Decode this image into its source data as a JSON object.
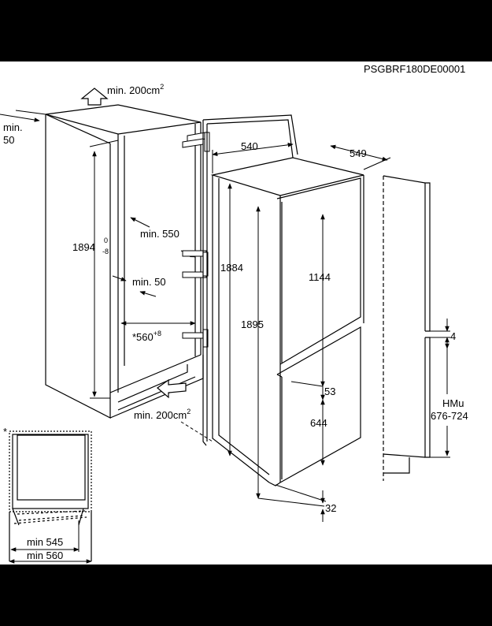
{
  "diagram": {
    "code": "PSGBRF180DE00001",
    "labels": {
      "vent_top": "min. 200cm",
      "vent_top_sup": "2",
      "vent_bottom": "min. 200cm",
      "vent_bottom_sup": "2",
      "min_50_side_1": "min.",
      "min_50_side_2": "50",
      "niche_height": "1894",
      "niche_height_tol_up": "0",
      "niche_height_tol_down": "-8",
      "niche_depth": "min. 550",
      "rear_gap": "min. 50",
      "niche_width": "*560",
      "niche_width_tol": "+8",
      "door_width": "540",
      "appliance_depth": "549",
      "body_height": "1884",
      "total_height": "1895",
      "freezer_door": "1144",
      "gap_53": "53",
      "fridge_door": "644",
      "gap_32": "32",
      "gap_4": "4",
      "hmu_title": "HMu",
      "hmu_range": "676-724",
      "min_545": "min 545",
      "min_560": "min 560",
      "asterisk": "*"
    }
  }
}
